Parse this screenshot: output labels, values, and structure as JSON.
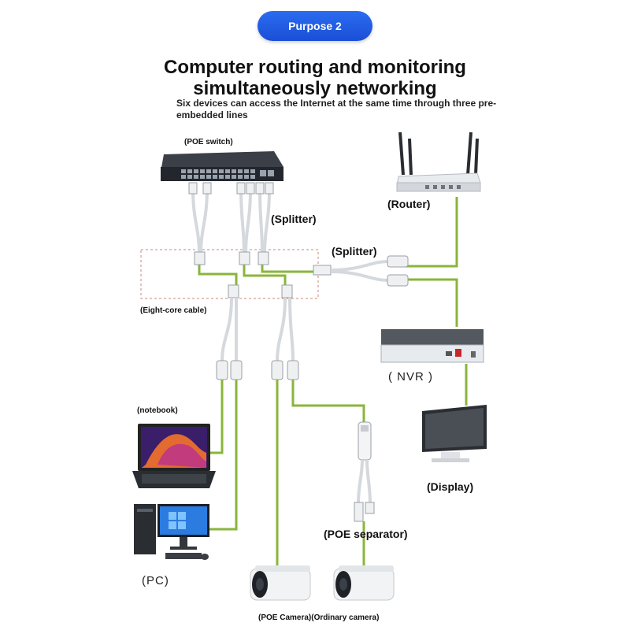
{
  "header": {
    "badge": "Purpose 2",
    "title_line1": "Computer routing and monitoring",
    "title_line2": "simultaneously networking",
    "subtitle": "Six devices can access the Internet at the same time through three pre-embedded lines"
  },
  "labels": {
    "poe_switch": "(POE switch)",
    "router": "(Router)",
    "splitter_left": "(Splitter)",
    "splitter_right": "(Splitter)",
    "eight_core": "(Eight-core cable)",
    "nvr": "( NVR )",
    "notebook": "(notebook)",
    "display": "(Display)",
    "pc": "(PC)",
    "poe_separator": "(POE separator)",
    "cameras": "(POE Camera)(Ordinary camera)"
  },
  "colors": {
    "badge": "#1f5ae0",
    "cable": "#8ab53b",
    "device_dark": "#2b2f36",
    "device_silver": "#d9dde2"
  },
  "icons": [
    "poe-switch-icon",
    "router-icon",
    "splitter-icon",
    "nvr-icon",
    "display-icon",
    "laptop-icon",
    "pc-icon",
    "camera-icon",
    "poe-separator-icon"
  ]
}
